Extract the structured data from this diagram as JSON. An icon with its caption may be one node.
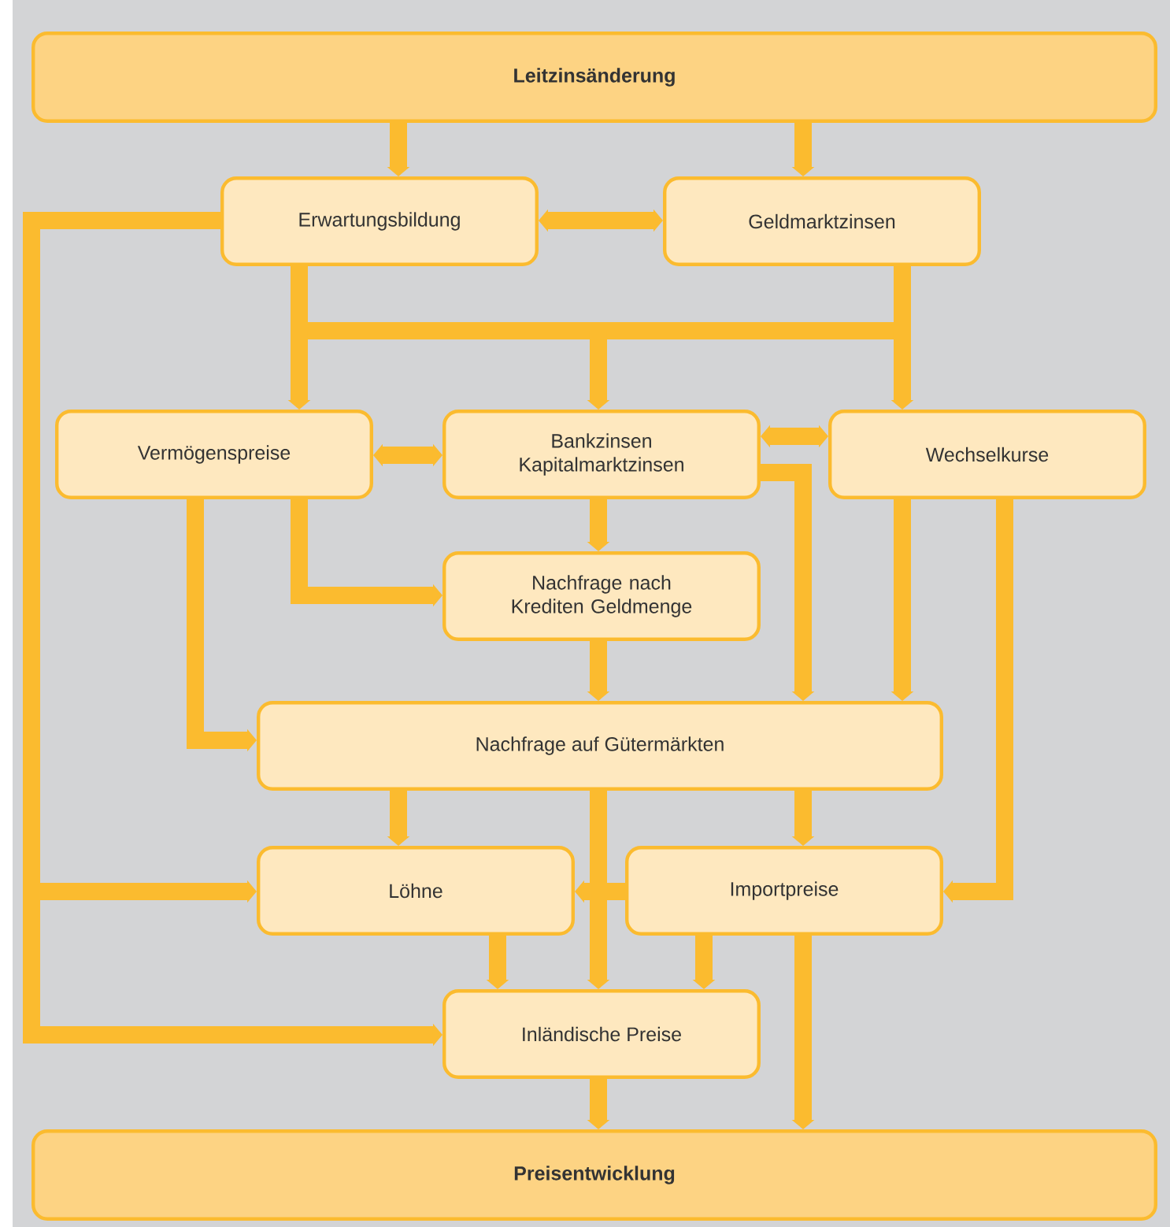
{
  "diagram": {
    "nodes": [
      {
        "text": [
          "Leitzinsänderung"
        ]
      },
      {
        "text": [
          "Erwartungsbildung"
        ]
      },
      {
        "text": [
          "Geldmarktzinsen"
        ]
      },
      {
        "text": [
          "Vermögenspreise"
        ]
      },
      {
        "text": [
          "Bankzinsen Kapitalmarktzinsen"
        ]
      },
      {
        "text": [
          "Wechselkurse"
        ]
      },
      {
        "text": [
          "Nachfrage nach Krediten Geldmenge"
        ]
      },
      {
        "text": [
          "Nachfrage auf Gütermärkten"
        ]
      },
      {
        "text": [
          "Löhne"
        ]
      },
      {
        "text": [
          "Importpreise"
        ]
      },
      {
        "text": [
          "Inländische Preise"
        ]
      },
      {
        "text": [
          "Preisentwicklung"
        ]
      }
    ],
    "edges": [
      {
        "from": 0,
        "to": 1,
        "arrow": "to"
      },
      {
        "from": 0,
        "to": 2,
        "arrow": "to"
      },
      {
        "from": 1,
        "to": 2,
        "arrow": "both"
      },
      {
        "from": 1,
        "to": 3,
        "arrow": "to"
      },
      {
        "from": 1,
        "to": 4,
        "arrow": "to"
      },
      {
        "from": 1,
        "to": 5,
        "arrow": "to"
      },
      {
        "from": 2,
        "to": 3,
        "arrow": "to"
      },
      {
        "from": 2,
        "to": 4,
        "arrow": "to"
      },
      {
        "from": 2,
        "to": 5,
        "arrow": "to"
      },
      {
        "from": 1,
        "to": 8,
        "arrow": "to"
      },
      {
        "from": 1,
        "to": 10,
        "arrow": "to"
      },
      {
        "from": 3,
        "to": 4,
        "arrow": "both"
      },
      {
        "from": 4,
        "to": 5,
        "arrow": "both"
      },
      {
        "from": 4,
        "to": 6,
        "arrow": "to"
      },
      {
        "from": 4,
        "to": 7,
        "arrow": "to"
      },
      {
        "from": 5,
        "to": 7,
        "arrow": "to"
      },
      {
        "from": 5,
        "to": 9,
        "arrow": "to"
      },
      {
        "from": 3,
        "to": 6,
        "arrow": "to"
      },
      {
        "from": 3,
        "to": 7,
        "arrow": "to"
      },
      {
        "from": 6,
        "to": 7,
        "arrow": "to"
      },
      {
        "from": 7,
        "to": 8,
        "arrow": "to"
      },
      {
        "from": 7,
        "to": 9,
        "arrow": "to"
      },
      {
        "from": 7,
        "to": 10,
        "arrow": "to"
      },
      {
        "from": 9,
        "to": 8,
        "arrow": "to"
      },
      {
        "from": 8,
        "to": 10,
        "arrow": "to"
      },
      {
        "from": 9,
        "to": 10,
        "arrow": "to"
      },
      {
        "from": 9,
        "to": 11,
        "arrow": "to"
      },
      {
        "from": 10,
        "to": 11,
        "arrow": "to"
      }
    ]
  }
}
